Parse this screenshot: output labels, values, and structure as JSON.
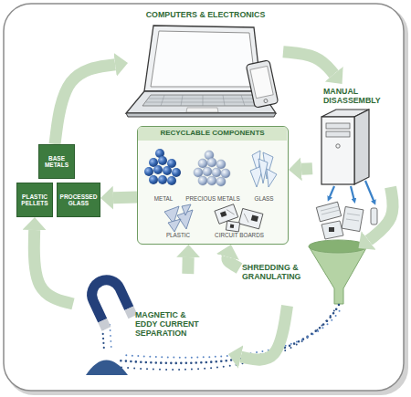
{
  "diagram": {
    "nodes": [
      {
        "text": [
          "COMPUTERS & ELECTRONICS"
        ]
      },
      {
        "text": [
          "MANUAL DISASSEMBLY"
        ]
      },
      {
        "text": [
          "RECYCLABLE COMPONENTS",
          "METAL",
          "PRECIOUS METALS",
          "GLASS",
          "PLASTIC",
          "CIRCUIT BOARDS"
        ]
      },
      {
        "text": [
          "BASE METALS"
        ]
      },
      {
        "text": [
          "PLASTIC PELLETS"
        ]
      },
      {
        "text": [
          "PROCESSED GLASS"
        ]
      },
      {
        "text": [
          "SHREDDING & GRANULATING"
        ]
      },
      {
        "text": [
          "MAGNETIC & EDDY CURRENT SEPARATION"
        ]
      }
    ],
    "edges": [
      {
        "from": 0,
        "to": 1,
        "arrow": "to"
      },
      {
        "from": 1,
        "to": 2,
        "arrow": "to"
      },
      {
        "from": 1,
        "to": 6,
        "arrow": "to"
      },
      {
        "from": 6,
        "to": 2,
        "arrow": "to"
      },
      {
        "from": 6,
        "to": 7,
        "arrow": "to"
      },
      {
        "from": 7,
        "to": 2,
        "arrow": "to"
      },
      {
        "from": 7,
        "to": 4,
        "arrow": "to"
      },
      {
        "from": 2,
        "to": 5,
        "arrow": "to"
      },
      {
        "from": 3,
        "to": 0,
        "arrow": "to"
      }
    ]
  }
}
